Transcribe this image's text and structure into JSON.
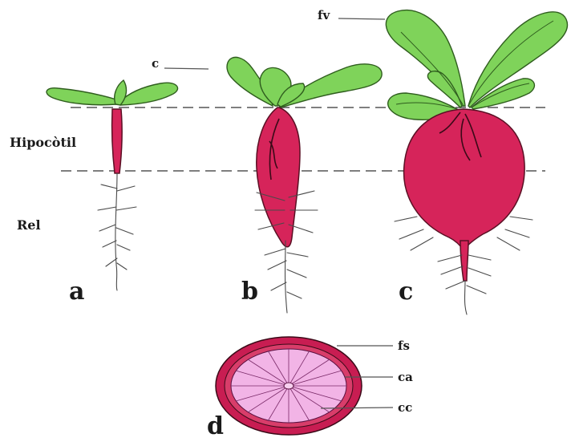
{
  "labels": {
    "hypocotyl": "Hipocòtil",
    "root": "Rel",
    "stage_a": "a",
    "stage_b": "b",
    "stage_c": "c",
    "stage_d": "d",
    "cotyledon": "c",
    "true_leaf": "fv",
    "fs": "fs",
    "ca": "ca",
    "cc": "cc"
  },
  "colors": {
    "hypocotyl_red": "#d6245a",
    "hypocotyl_dark": "#a8173f",
    "leaf_green": "#7fd35a",
    "section_pink": "#f2b4e6",
    "section_ring": "#c81d52"
  }
}
